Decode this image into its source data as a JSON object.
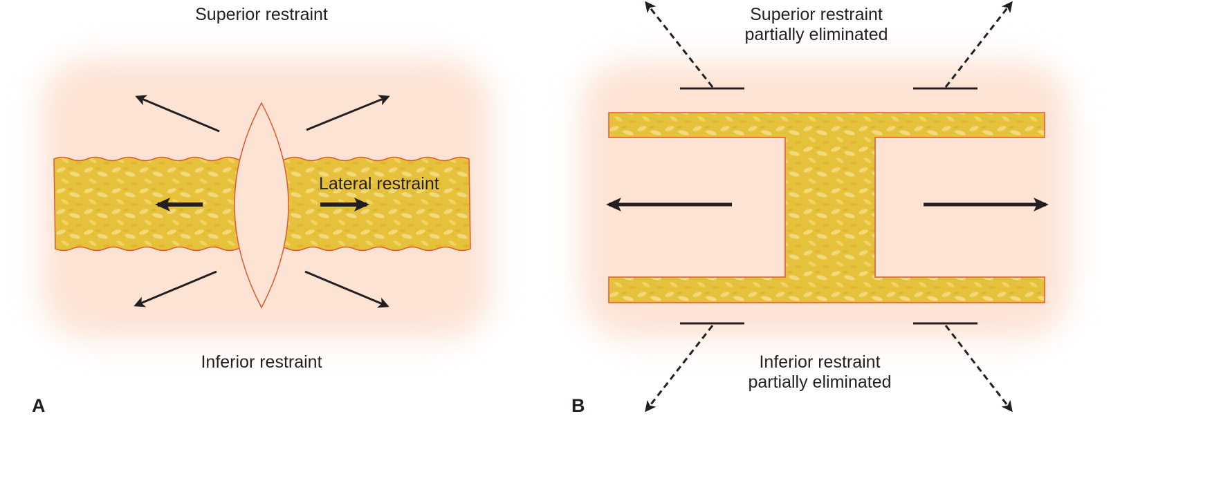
{
  "colors": {
    "background_glow": "#fde3d4",
    "tissue_fill": "#e9c83f",
    "tissue_highlight": "#f5e18a",
    "tissue_border": "#e0582f",
    "arrow": "#231f20"
  },
  "panel_a": {
    "letter": "A",
    "superior_label": "Superior restraint",
    "lateral_label": "Lateral restraint",
    "inferior_label": "Inferior restraint"
  },
  "panel_b": {
    "letter": "B",
    "superior_label_line1": "Superior restraint",
    "superior_label_line2": "partially eliminated",
    "inferior_label_line1": "Inferior restraint",
    "inferior_label_line2": "partially eliminated"
  }
}
